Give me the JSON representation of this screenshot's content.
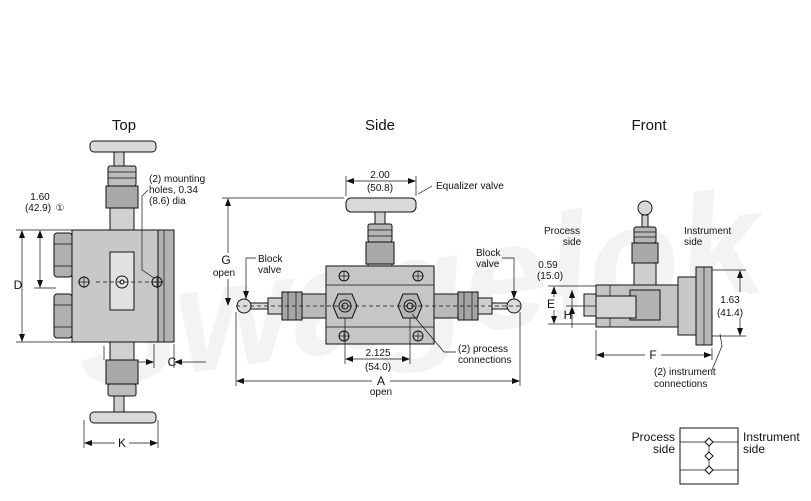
{
  "views": {
    "top": "Top",
    "side": "Side",
    "front": "Front"
  },
  "top": {
    "dim_160": "1.60",
    "dim_429": "(42.9)",
    "footnote_mark": "①",
    "mounting_line1": "(2) mounting",
    "mounting_line2": "holes, 0.34",
    "mounting_line3": "(8.6) dia",
    "letter_d": "D",
    "letter_c": "C",
    "letter_k": "K"
  },
  "side": {
    "dim_200": "2.00",
    "dim_508": "(50.8)",
    "equalizer": "Equalizer valve",
    "g": "G",
    "g_open": "open",
    "block_left_1": "Block",
    "block_left_2": "valve",
    "block_right_1": "Block",
    "block_right_2": "valve",
    "dim_2125": "2.125",
    "dim_540": "(54.0)",
    "process_1": "(2) process",
    "process_2": "connections",
    "a": "A",
    "a_open": "open"
  },
  "front": {
    "process_1": "Process",
    "process_2": "side",
    "instrument_1": "Instrument",
    "instrument_2": "side",
    "dim_059": "0.59",
    "dim_150": "(15.0)",
    "e": "E",
    "h": "H",
    "dim_163": "1.63",
    "dim_414": "(41.4)",
    "f": "F",
    "instr_conn_1": "(2) instrument",
    "instr_conn_2": "connections"
  },
  "schematic": {
    "left_1": "Process",
    "left_2": "side",
    "right_1": "Instrument",
    "right_2": "side"
  },
  "watermark": "Swagelok"
}
